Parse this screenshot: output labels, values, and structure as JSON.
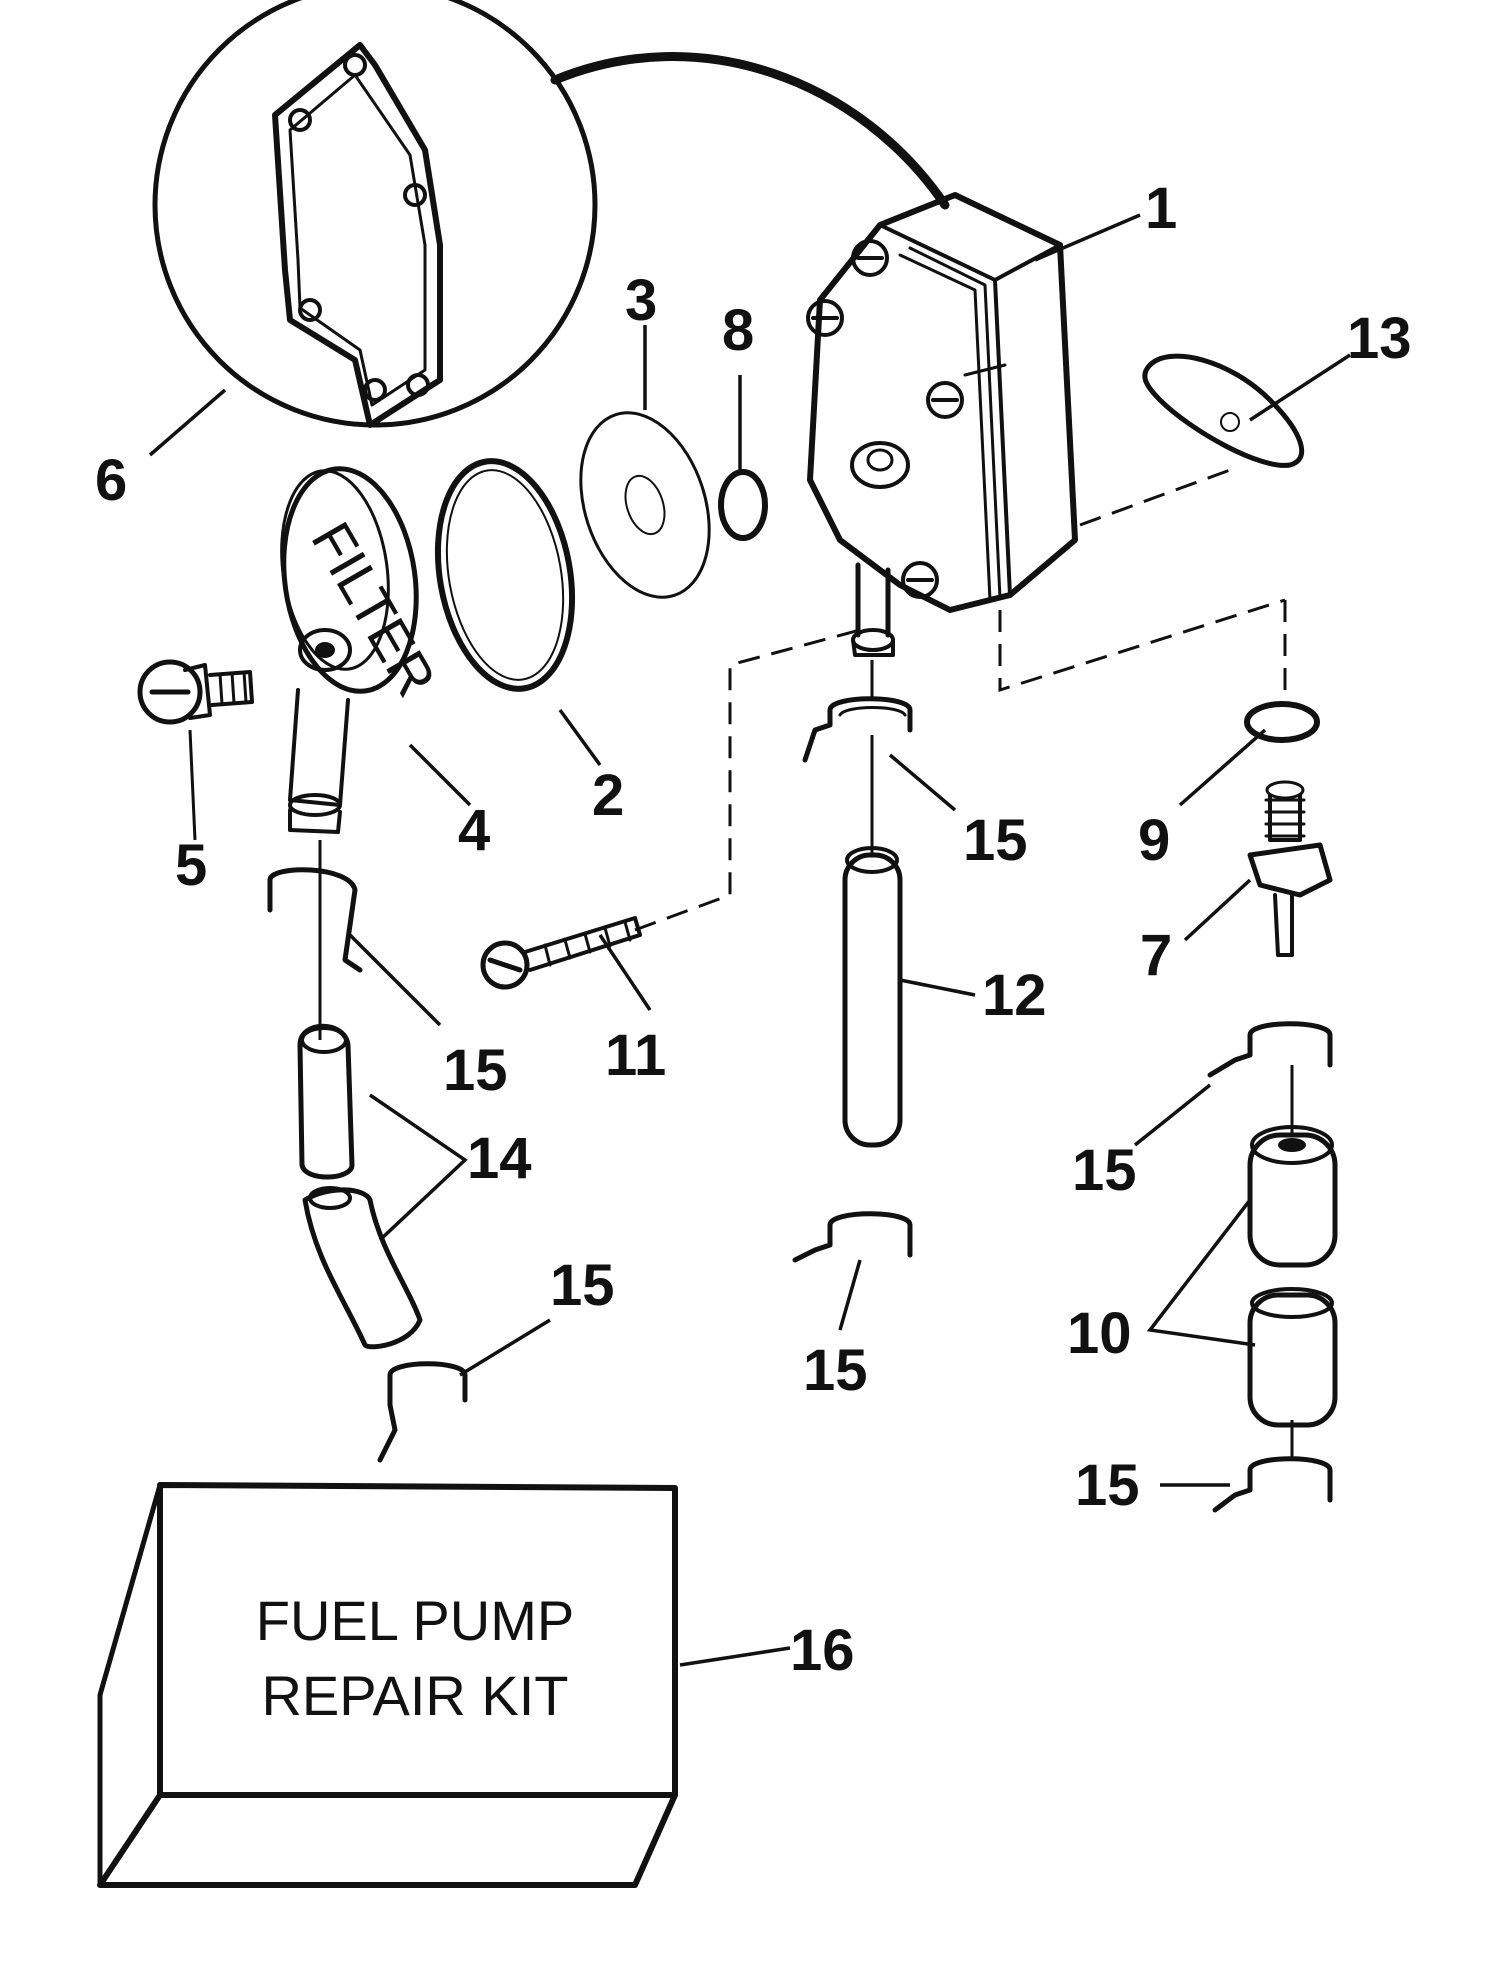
{
  "kit_label": {
    "line1": "FUEL PUMP",
    "line2": "REPAIR KIT"
  },
  "callouts": {
    "c1": "1",
    "c2": "2",
    "c3": "3",
    "c4": "4",
    "c5": "5",
    "c6": "6",
    "c7": "7",
    "c8": "8",
    "c9": "9",
    "c10": "10",
    "c11": "11",
    "c12": "12",
    "c13": "13",
    "c14": "14",
    "c15a": "15",
    "c15b": "15",
    "c15c": "15",
    "c15d": "15",
    "c15e": "15",
    "c15f": "15",
    "c16": "16"
  },
  "colors": {
    "ink": "#111111",
    "paper": "#ffffff"
  }
}
